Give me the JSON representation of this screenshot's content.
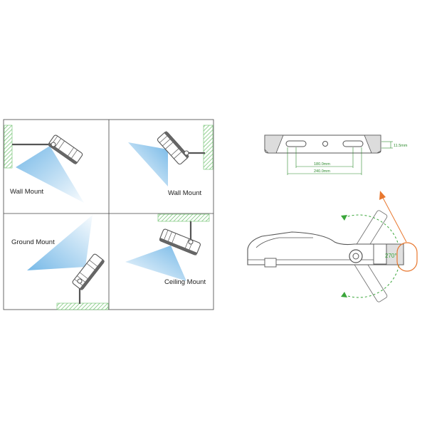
{
  "mount_labels": {
    "wall_left": "Wall Mount",
    "wall_right": "Wall Mount",
    "ground": "Ground Mount",
    "ceiling": "Ceiling Mount"
  },
  "dimensions": {
    "height": "11.5mm",
    "inner": "180.0mm",
    "outer": "240.0mm"
  },
  "rotation_angle": "270°",
  "colors": {
    "beam": "#8cc4ea",
    "hatch": "#6abf69",
    "dimension": "#2e8b2e",
    "rotation_arc": "#3aa63a",
    "highlight": "#e8772e",
    "outline": "#555555"
  }
}
